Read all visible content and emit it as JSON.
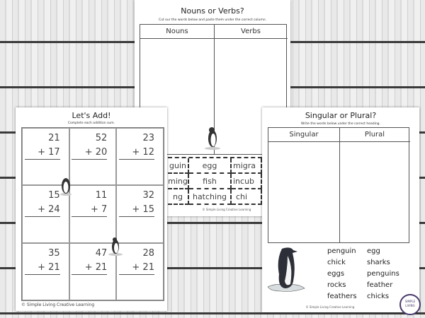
{
  "nouns_verbs": {
    "title": "Nouns or Verbs?",
    "instruction": "Cut our the words below and paste them under the correct column.",
    "headers": [
      "Nouns",
      "Verbs"
    ],
    "words": [
      [
        "guin",
        "egg",
        "migra"
      ],
      [
        "ming",
        "fish",
        "incub"
      ],
      [
        "ng",
        "hatching",
        "chi"
      ]
    ],
    "footer": "© Simple Living Creative Learning"
  },
  "lets_add": {
    "title": "Let's Add!",
    "instruction": "Complete each addition sum.",
    "sums": [
      [
        "21",
        "+ 17"
      ],
      [
        "52",
        "+ 20"
      ],
      [
        "23",
        "+ 12"
      ],
      [
        "15",
        "+ 24"
      ],
      [
        "11",
        "+  7"
      ],
      [
        "32",
        "+ 15"
      ],
      [
        "35",
        "+ 21"
      ],
      [
        "47",
        "+ 21"
      ],
      [
        "28",
        "+ 21"
      ]
    ],
    "footer": "© Simple Living Creative Learning"
  },
  "singular_plural": {
    "title": "Singular or Plural?",
    "instruction": "Write the words below under the correct heading.",
    "headers": [
      "Singular",
      "Plural"
    ],
    "words_left": [
      "penguin",
      "chick",
      "eggs",
      "rocks",
      "feathers"
    ],
    "words_right": [
      "egg",
      "sharks",
      "penguins",
      "feather",
      "chicks"
    ],
    "footer": "© Simple Living Creative Learning"
  }
}
